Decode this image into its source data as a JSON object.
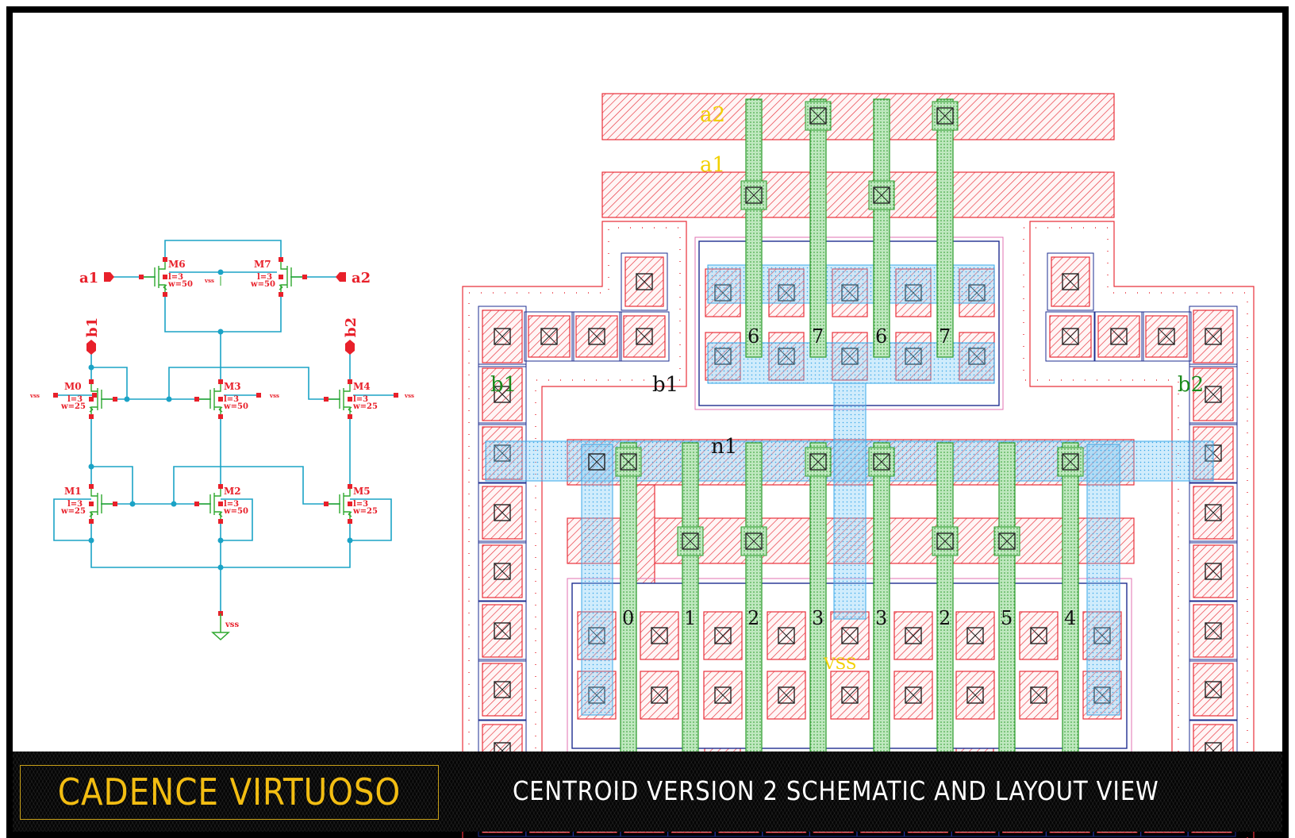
{
  "banner": {
    "brand": "CADENCE VIRTUOSO",
    "caption": "CENTROID VERSION 2 SCHEMATIC AND LAYOUT VIEW",
    "brand_color": "#f2bd12"
  },
  "schematic": {
    "pins": {
      "a1": "a1",
      "a2": "a2",
      "b1": "b1",
      "b2": "b2"
    },
    "ground_label": "vss",
    "bulk_label": "vss",
    "devices": [
      {
        "name": "M6",
        "l": "l=3",
        "w": "w=50"
      },
      {
        "name": "M7",
        "l": "l=3",
        "w": "w=50"
      },
      {
        "name": "M0",
        "l": "l=3",
        "w": "w=25",
        "bulk": "vss"
      },
      {
        "name": "M3",
        "l": "l=3",
        "w": "w=50",
        "bulk": "vss"
      },
      {
        "name": "M4",
        "l": "l=3",
        "w": "w=25",
        "bulk": "vss"
      },
      {
        "name": "M1",
        "l": "l=3",
        "w": "w=25"
      },
      {
        "name": "M2",
        "l": "l=3",
        "w": "w=50"
      },
      {
        "name": "M5",
        "l": "l=3",
        "w": "w=25"
      }
    ],
    "colors": {
      "wire": "#1ba3c6",
      "pin": "#e8202a",
      "device": "#2ea82e"
    }
  },
  "layout": {
    "labels": {
      "a2": "a2",
      "a1": "a1",
      "b1": "b1",
      "n1": "n1",
      "b1_left": "b1",
      "b2_right": "b2",
      "vss": "vss"
    },
    "upper_finger_labels": [
      "6",
      "7",
      "6",
      "7"
    ],
    "lower_finger_labels": [
      "0",
      "1",
      "2",
      "3",
      "3",
      "2",
      "5",
      "4"
    ],
    "colors": {
      "metal1": "#e8303a",
      "poly": "#2a9a2a",
      "metal2": "#3aa8e8",
      "well": "#1e2e90",
      "implant": "#e070b0",
      "pin_text": "#f2d000"
    }
  }
}
